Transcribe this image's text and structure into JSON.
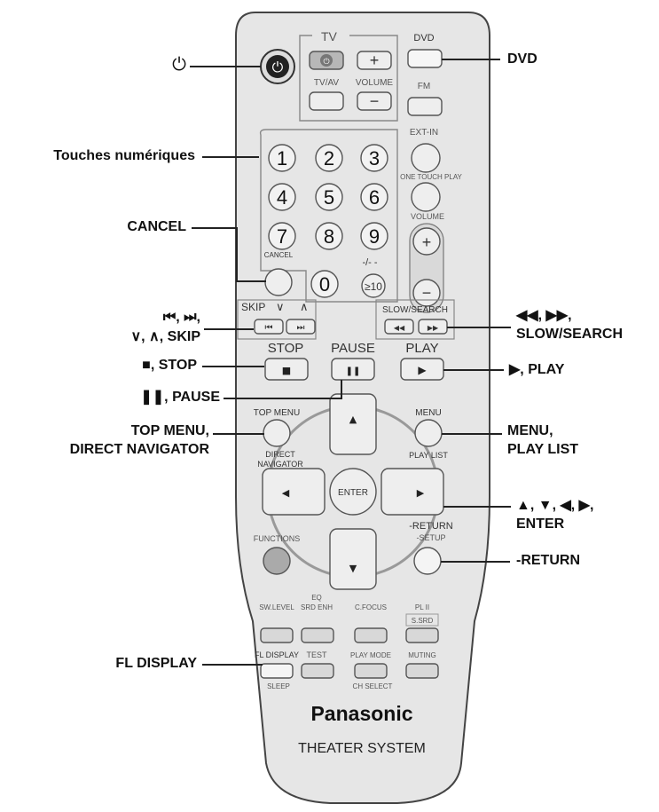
{
  "remote": {
    "tv_group": "TV",
    "tv_av": "TV/AV",
    "volume": "VOLUME",
    "dvd": "DVD",
    "fm": "FM",
    "ext_in": "EXT-IN",
    "one_touch_play": "ONE TOUCH PLAY",
    "volume_side": "VOLUME",
    "plus": "+",
    "minus": "−",
    "cancel": "CANCEL",
    "dash_dash": "-/- -",
    "ge10": "≥10",
    "skip": "SKIP",
    "skip_down": "∨",
    "skip_up": "∧",
    "slow_search": "SLOW/SEARCH",
    "stop": "STOP",
    "pause": "PAUSE",
    "play": "PLAY",
    "top_menu": "TOP MENU",
    "direct_navigator_1": "DIRECT",
    "direct_navigator_2": "NAVIGATOR",
    "menu": "MENU",
    "play_list": "PLAY LIST",
    "enter": "ENTER",
    "return": "-RETURN",
    "setup": "-SETUP",
    "functions": "FUNCTIONS",
    "sw_level": "SW.LEVEL",
    "eq": "EQ",
    "srd_enh": "SRD ENH",
    "c_focus": "C.FOCUS",
    "pl2": "PL II",
    "s_srd": "S.SRD",
    "fl_display": "FL DISPLAY",
    "sleep": "SLEEP",
    "test": "TEST",
    "play_mode": "PLAY MODE",
    "ch_select": "CH SELECT",
    "muting": "MUTING",
    "brand": "Panasonic",
    "model": "THEATER SYSTEM",
    "digits": [
      "1",
      "2",
      "3",
      "4",
      "5",
      "6",
      "7",
      "8",
      "9",
      "0"
    ],
    "glyphs": {
      "power": "⏻",
      "prev": "⏮",
      "next": "⏭",
      "rew": "◀◀",
      "ff": "▶▶",
      "stop": "■",
      "pause": "❚❚",
      "play": "▶",
      "up": "▲",
      "down": "▼",
      "left": "◀",
      "right": "▶"
    }
  },
  "annotations": {
    "power": "⏻",
    "dvd": "DVD",
    "numeric": "Touches numériques",
    "cancel": "CANCEL",
    "skip_1": "⏮, ⏭,",
    "skip_2": "∨, ∧, SKIP",
    "search_1": "◀◀, ▶▶,",
    "search_2": "SLOW/SEARCH",
    "stop": "■, STOP",
    "play": "▶, PLAY",
    "pause": "❚❚, PAUSE",
    "top_menu_1": "TOP MENU,",
    "top_menu_2": "DIRECT NAVIGATOR",
    "menu_1": "MENU,",
    "menu_2": "PLAY LIST",
    "cursor_1": "▲, ▼, ◀, ▶,",
    "cursor_2": "ENTER",
    "return": "-RETURN",
    "fl_display": "FL DISPLAY"
  }
}
